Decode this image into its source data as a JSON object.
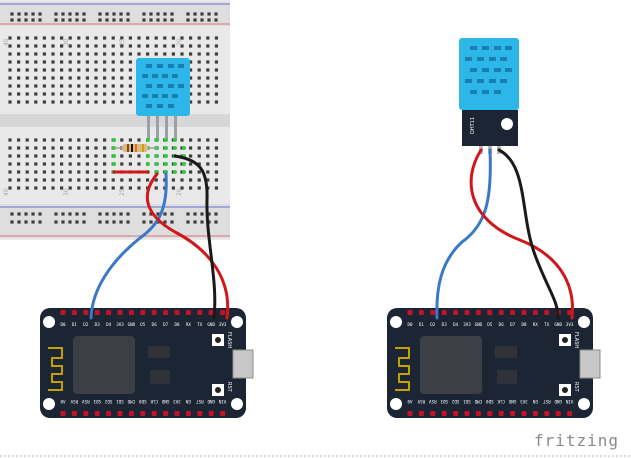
{
  "breadboard": {
    "column_numbers": [
      "40",
      "30",
      "25",
      "20",
      "15"
    ]
  },
  "nodemcu_left": {
    "top_pins": [
      "D0",
      "D1",
      "D2",
      "D3",
      "D4",
      "3V3",
      "GND",
      "D5",
      "D6",
      "D7",
      "D8",
      "RX",
      "TX",
      "GND",
      "3V3"
    ],
    "bottom_pins": [
      "A0",
      "RSV",
      "RSV",
      "SD3",
      "SD2",
      "SD1",
      "CMD",
      "SD0",
      "CLK",
      "GND",
      "3V3",
      "EN",
      "RST",
      "GND",
      "VIN"
    ],
    "button_top": "FLASH",
    "button_bottom": "RST"
  },
  "nodemcu_right": {
    "top_pins": [
      "D0",
      "D1",
      "D2",
      "D3",
      "D4",
      "3V3",
      "GND",
      "D5",
      "D6",
      "D7",
      "D8",
      "RX",
      "TX",
      "GND",
      "3V3"
    ],
    "bottom_pins": [
      "A0",
      "RSV",
      "RSV",
      "SD3",
      "SD2",
      "SD1",
      "CMD",
      "SD0",
      "CLK",
      "GND",
      "3V3",
      "EN",
      "RST",
      "GND",
      "VIN"
    ],
    "button_top": "FLASH",
    "button_bottom": "RST"
  },
  "dht_module": {
    "label": "DHT11"
  },
  "wire_colors": {
    "data": "#3a78c8",
    "vcc": "#d0181c",
    "gnd": "#1a1a1a"
  },
  "watermark": "fritzing"
}
